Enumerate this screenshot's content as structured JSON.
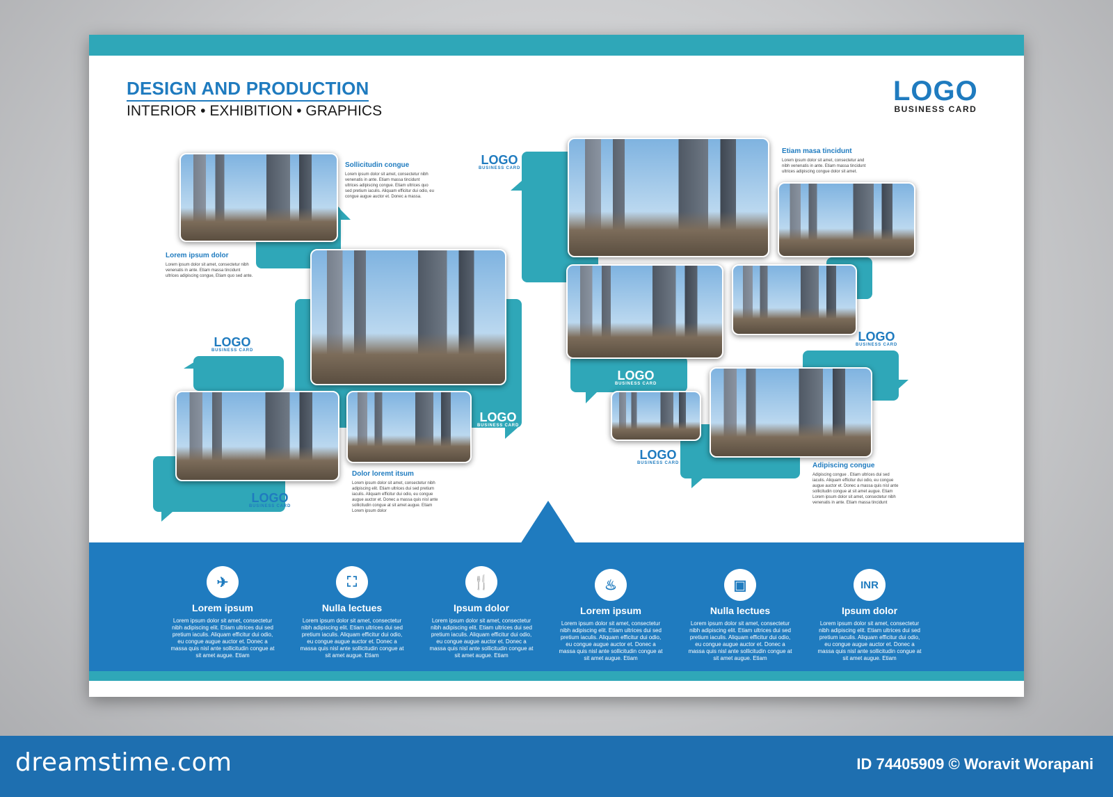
{
  "header": {
    "title": "DESIGN AND PRODUCTION",
    "subtitle": "INTERIOR • EXHIBITION • GRAPHICS",
    "logo": "LOGO",
    "logo_sub": "BUSINESS CARD"
  },
  "small_logo": {
    "text": "LOGO",
    "sub": "BUSINESS CARD"
  },
  "captions": [
    {
      "title": "Sollicitudin congue",
      "body": "Lorem ipsum dolor sit amet, consectetur nibh venenatis in ante. Etiam massa tincidunt ultrices adipiscing congue. Etiam ultrices quo sed pretium iaculis. Aliquam efficitur dui odio, eu congue augue auctor et. Donec a massa."
    },
    {
      "title": "Lorem ipsum dolor",
      "body": "Lorem ipsum dolor sit amet, consectetur nibh venenatis in ante. Etiam massa tincidunt ultrices adipiscing congue, Etiam quo sed ante."
    },
    {
      "title": "Dolor loremt itsum",
      "body": "Lorem ipsum dolor sit amet, consectetur nibh adipiscing elit. Etiam ultrices dui sed pretium iaculis. Aliquam efficitur dui odio, eu congue augue auctor et. Donec a massa quis nisl ante sollicitudin congue at sit amet augue. Etiam Lorem ipsum dolor"
    },
    {
      "title": "Etiam masa tincidunt",
      "body": "Lorem ipsum dolor sit amet, consectetur and nibh venenatis in ante. Etiam massa tincidunt ultrices adipiscing congue dolor sit amet."
    },
    {
      "title": "Adipiscing congue",
      "body": "Adipiscing congue . Etiam ultrices dui sed iaculis. Aliquam efficitur dui odio, eu congue augue auctor et. Donec a massa quis nisl ante sollicitudin congue at sit amet augue. Etiam Lorem ipsum dolor sit amet, consectetur nibh venenatis in ante. Etiam massa tincidunt"
    }
  ],
  "features": [
    {
      "icon": "airplane-icon",
      "glyph": "✈",
      "title": "Lorem ipsum",
      "body": "Lorem ipsum dolor sit amet, consectetur nibh adipiscing elit. Etiam ultrices dui sed pretium iaculis. Aliquam efficitur dui odio, eu congue augue auctor et. Donec a massa quis nisl ante sollicitudin congue at sit amet augue. Etiam"
    },
    {
      "icon": "shopping-bag-icon",
      "glyph": "⛶",
      "title": "Nulla lectues",
      "body": "Lorem ipsum dolor sit amet, consectetur nibh adipiscing elit. Etiam ultrices dui sed pretium iaculis. Aliquam efficitur dui odio, eu congue augue auctor et. Donec a massa quis nisl ante sollicitudin congue at sit amet augue. Etiam"
    },
    {
      "icon": "fork-knife-icon",
      "glyph": "🍴",
      "title": "Ipsum dolor",
      "body": "Lorem ipsum dolor sit amet, consectetur nibh adipiscing elit. Etiam ultrices dui sed pretium iaculis. Aliquam efficitur dui odio, eu congue augue auctor et. Donec a massa quis nisl ante sollicitudin congue at sit amet augue. Etiam"
    },
    {
      "icon": "noodle-bowl-icon",
      "glyph": "♨",
      "title": "Lorem ipsum",
      "body": "Lorem ipsum dolor sit amet, consectetur nibh adipiscing elit. Etiam ultrices dui sed pretium iaculis. Aliquam efficitur dui odio, eu congue augue auctor et. Donec a massa quis nisl ante sollicitudin congue at sit amet augue. Etiam"
    },
    {
      "icon": "briefcase-icon",
      "glyph": "▣",
      "title": "Nulla lectues",
      "body": "Lorem ipsum dolor sit amet, consectetur nibh adipiscing elit. Etiam ultrices dui sed pretium iaculis. Aliquam efficitur dui odio, eu congue augue auctor et. Donec a massa quis nisl ante sollicitudin congue at sit amet augue. Etiam"
    },
    {
      "icon": "currency-inr-icon",
      "glyph": "INR",
      "title": "Ipsum dolor",
      "body": "Lorem ipsum dolor sit amet, consectetur nibh adipiscing elit. Etiam ultrices dui sed pretium iaculis. Aliquam efficitur dui odio, eu congue augue auctor et. Donec a massa quis nisl ante sollicitudin congue at sit amet augue. Etiam"
    }
  ],
  "footer": {
    "site": "dreamstime.com",
    "credit": "ID 74405909 © Woravit Worapani"
  },
  "colors": {
    "teal": "#2fa7b8",
    "blue": "#1f7bbf",
    "footer": "#1e6fb0"
  }
}
